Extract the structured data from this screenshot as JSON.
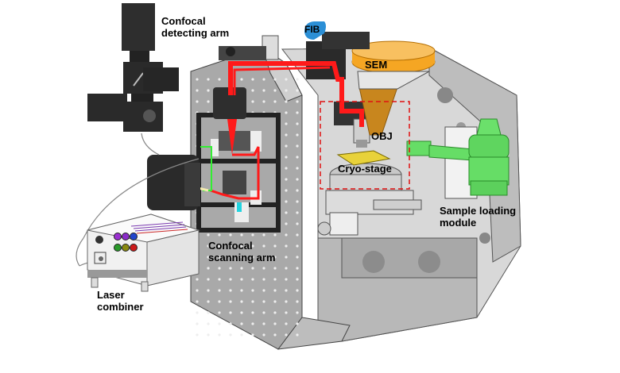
{
  "labels": {
    "confocal_detecting_arm": "Confocal\ndetecting arm",
    "fib": "FIB",
    "sem": "SEM",
    "obj": "OBJ",
    "cryo_stage": "Cryo-stage",
    "sample_loading_module": "Sample loading\nmodule",
    "confocal_scanning_arm": "Confocal\nscanning arm",
    "laser_combiner": "Laser\ncombiner"
  },
  "colors": {
    "frame_gray": "#c8c8c8",
    "frame_dark": "#8e8e8e",
    "frame_light": "#e4e4e4",
    "black_part": "#2a2a2a",
    "laser_red": "#ff1a1a",
    "sem_orange": "#f5a623",
    "fib_blue": "#2b8fd6",
    "sample_green": "#66dd66",
    "cryo_yellow": "#e8d23a",
    "green_path": "#33ee33",
    "cyan_mark": "#22d4e0",
    "dashed_red": "#e01010"
  },
  "laser_buttons": [
    "#9b30d0",
    "#8a2bc8",
    "#2244cc",
    "#2a9a2a",
    "#8a8a10",
    "#cc1a1a"
  ]
}
